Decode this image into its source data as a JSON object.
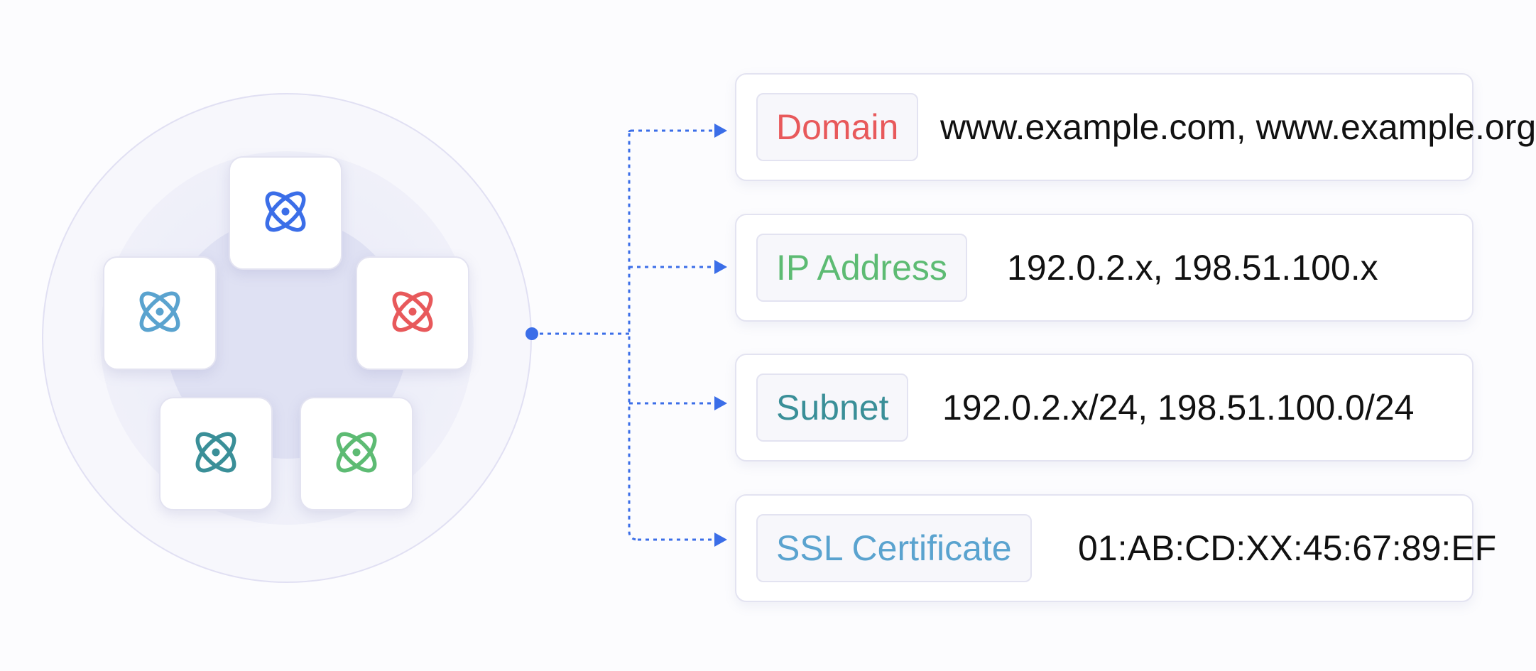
{
  "colors": {
    "connector": "#3b6ee8",
    "domain": "#e8595b",
    "ip_address": "#5dbb73",
    "subnet": "#3a8f98",
    "ssl_certificate": "#5aa3cf",
    "icon_blue": "#3b6ee8",
    "icon_sky": "#5aa3cf",
    "icon_red": "#e8595b",
    "icon_teal": "#3a8f98",
    "icon_green": "#5dbb73"
  },
  "cluster": {
    "icons": [
      {
        "name": "atom-icon",
        "color": "#3b6ee8"
      },
      {
        "name": "atom-icon",
        "color": "#5aa3cf"
      },
      {
        "name": "atom-icon",
        "color": "#e8595b"
      },
      {
        "name": "atom-icon",
        "color": "#3a8f98"
      },
      {
        "name": "atom-icon",
        "color": "#5dbb73"
      }
    ]
  },
  "cards": [
    {
      "label": "Domain",
      "value": "www.example.com, www.example.org"
    },
    {
      "label": "IP Address",
      "value": "192.0.2.x, 198.51.100.x"
    },
    {
      "label": "Subnet",
      "value": "192.0.2.x/24, 198.51.100.0/24"
    },
    {
      "label": "SSL Certificate",
      "value": "01:AB:CD:XX:45:67:89:EF"
    }
  ]
}
